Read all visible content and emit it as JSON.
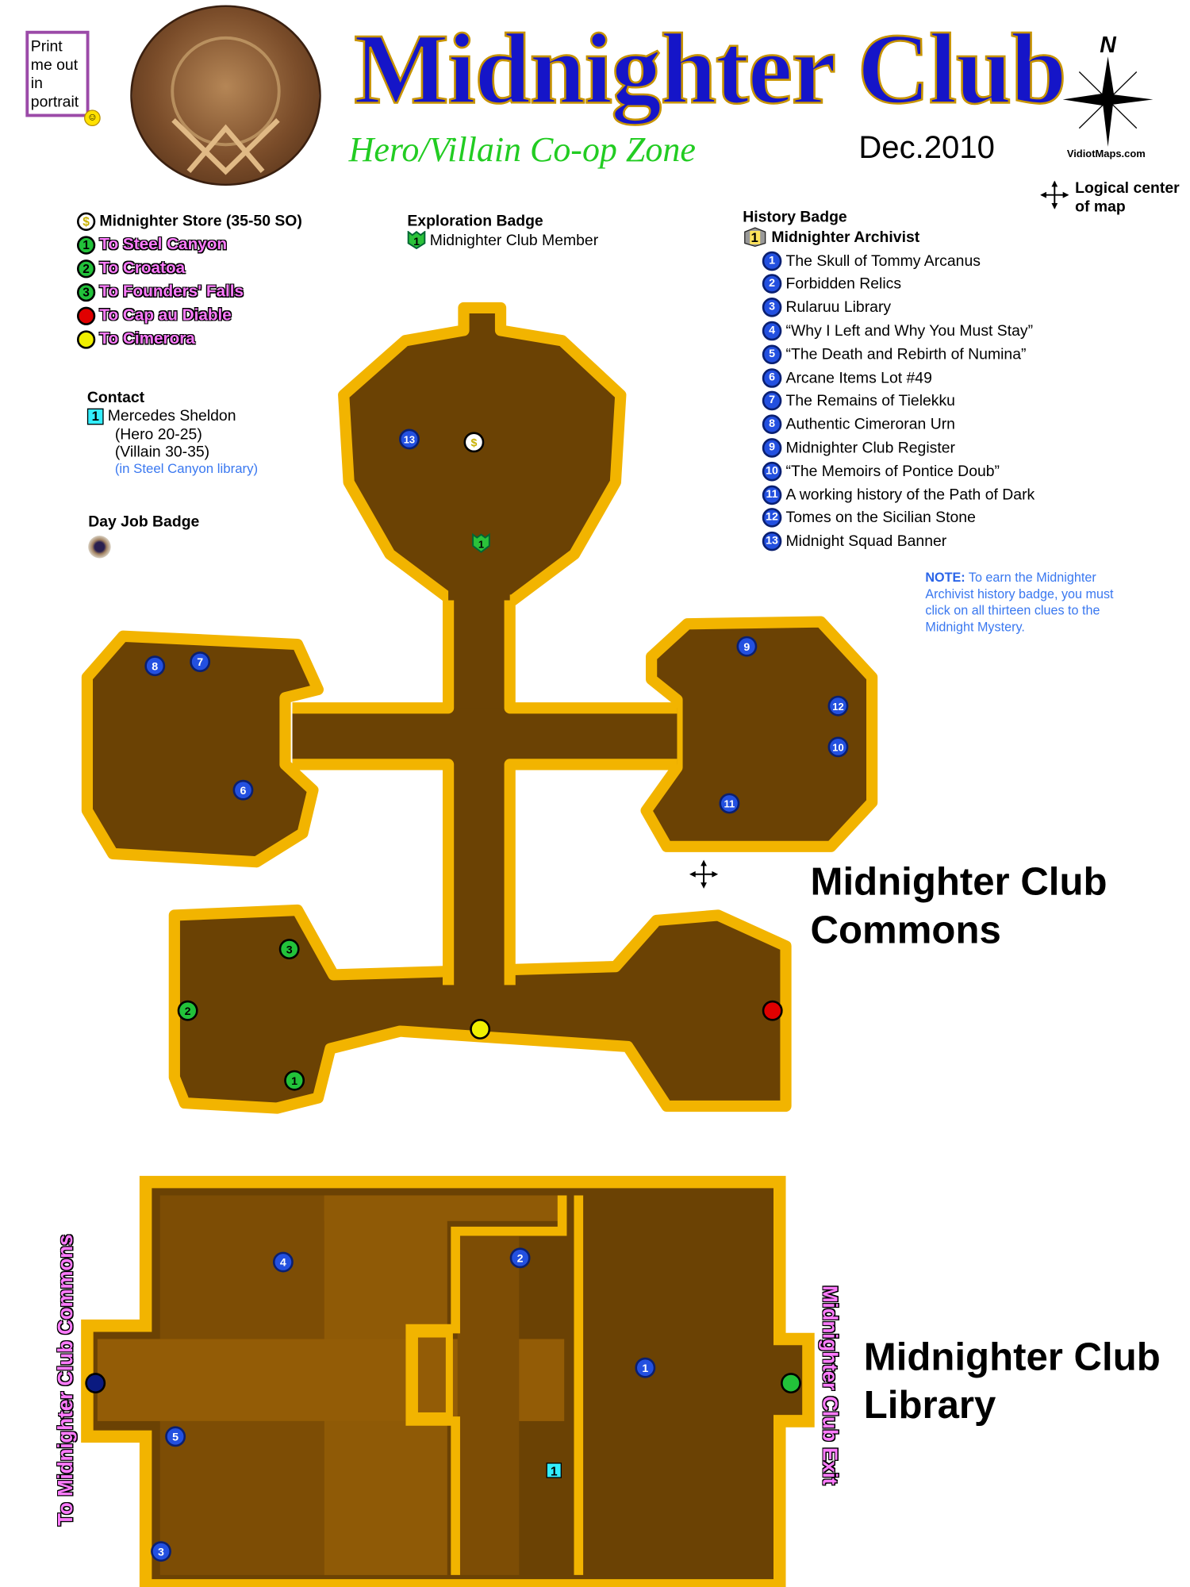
{
  "header": {
    "print_note": "Print me out in portrait",
    "title": "Midnighter Club",
    "subtitle": "Hero/Villain Co-op Zone",
    "date": "Dec.2010",
    "compass_site": "VidiotMaps.com",
    "compass_north": "N",
    "logical_center": "Logical center of map"
  },
  "legend": {
    "store": {
      "icon": "$",
      "label": "Midnighter Store (35-50 SO)"
    },
    "exits": [
      {
        "icon": "1",
        "label": "To Steel Canyon",
        "color": "#22c23a"
      },
      {
        "icon": "2",
        "label": "To Croatoa",
        "color": "#22c23a"
      },
      {
        "icon": "3",
        "label": "To Founders' Falls",
        "color": "#22c23a"
      },
      {
        "icon": "",
        "label": "To Cap au Diable",
        "color": "#e00000"
      },
      {
        "icon": "",
        "label": "To Cimerora",
        "color": "#f0f000"
      }
    ]
  },
  "exploration": {
    "heading": "Exploration Badge",
    "badge_number": "1",
    "badge": "Midnighter Club Member"
  },
  "contact": {
    "heading": "Contact",
    "number": "1",
    "name": "Mercedes Sheldon",
    "hero": "(Hero 20-25)",
    "villain": "(Villain 30-35)",
    "location": "(in Steel Canyon library)"
  },
  "day_job": {
    "heading": "Day Job Badge"
  },
  "history": {
    "heading": "History Badge",
    "badge_number": "1",
    "badge": "Midnighter Archivist",
    "clues": [
      {
        "n": "1",
        "label": "The Skull of Tommy Arcanus"
      },
      {
        "n": "2",
        "label": "Forbidden Relics"
      },
      {
        "n": "3",
        "label": "Rularuu Library"
      },
      {
        "n": "4",
        "label": "“Why I Left and Why You Must Stay”"
      },
      {
        "n": "5",
        "label": "“The Death and Rebirth of Numina”"
      },
      {
        "n": "6",
        "label": "Arcane Items Lot #49"
      },
      {
        "n": "7",
        "label": "The Remains of Tielekku"
      },
      {
        "n": "8",
        "label": "Authentic Cimeroran Urn"
      },
      {
        "n": "9",
        "label": "Midnighter Club Register"
      },
      {
        "n": "10",
        "label": "“The Memoirs of Pontice Doub”"
      },
      {
        "n": "11",
        "label": "A working history of the Path of Dark"
      },
      {
        "n": "12",
        "label": "Tomes on the Sicilian Stone"
      },
      {
        "n": "13",
        "label": "Midnight Squad Banner"
      }
    ],
    "note_label": "NOTE:",
    "note": " To earn the Midnighter Archivist history badge, you must click on all thirteen clues to the Midnight Mystery."
  },
  "maps": {
    "commons": {
      "label_line1": "Midnighter Club",
      "label_line2": "Commons"
    },
    "library": {
      "label_line1": "Midnighter Club",
      "label_line2": "Library",
      "left_exit": "To Midnighter Club Commons",
      "right_exit": "Midnighter Club Exit"
    }
  },
  "colors": {
    "floor": "#6b4204",
    "wall": "#f2b400",
    "clue_blue": "#2350e0",
    "exit_green": "#22c23a",
    "title_blue": "#1515c8",
    "subtitle_green": "#22cc22",
    "note_blue": "#3a78f0",
    "legend_pink": "#ff7cff"
  }
}
